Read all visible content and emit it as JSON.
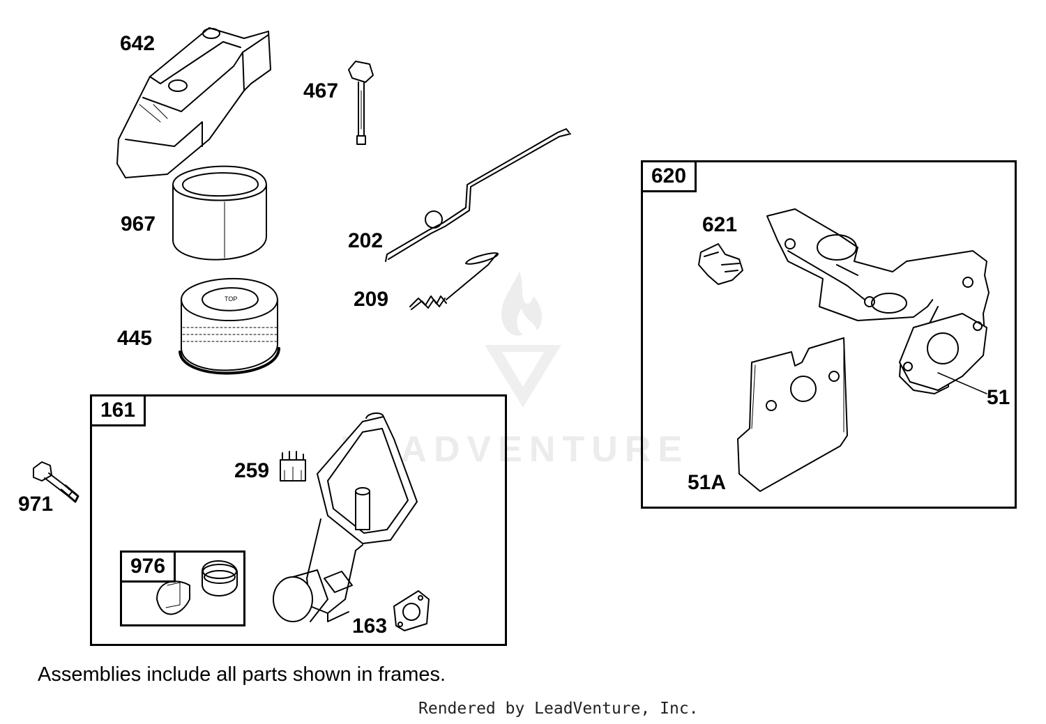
{
  "labels": {
    "p642": "642",
    "p467": "467",
    "p967": "967",
    "p202": "202",
    "p209": "209",
    "p445": "445",
    "p259": "259",
    "p971": "971",
    "p163": "163",
    "p621": "621",
    "p51": "51",
    "p51a": "51A"
  },
  "frames": {
    "f161": "161",
    "f976": "976",
    "f620": "620"
  },
  "watermark": "LEADVENTURE",
  "footer": {
    "note": "Assemblies include all parts shown in frames.",
    "rendered_by": "Rendered by LeadVenture, Inc."
  }
}
